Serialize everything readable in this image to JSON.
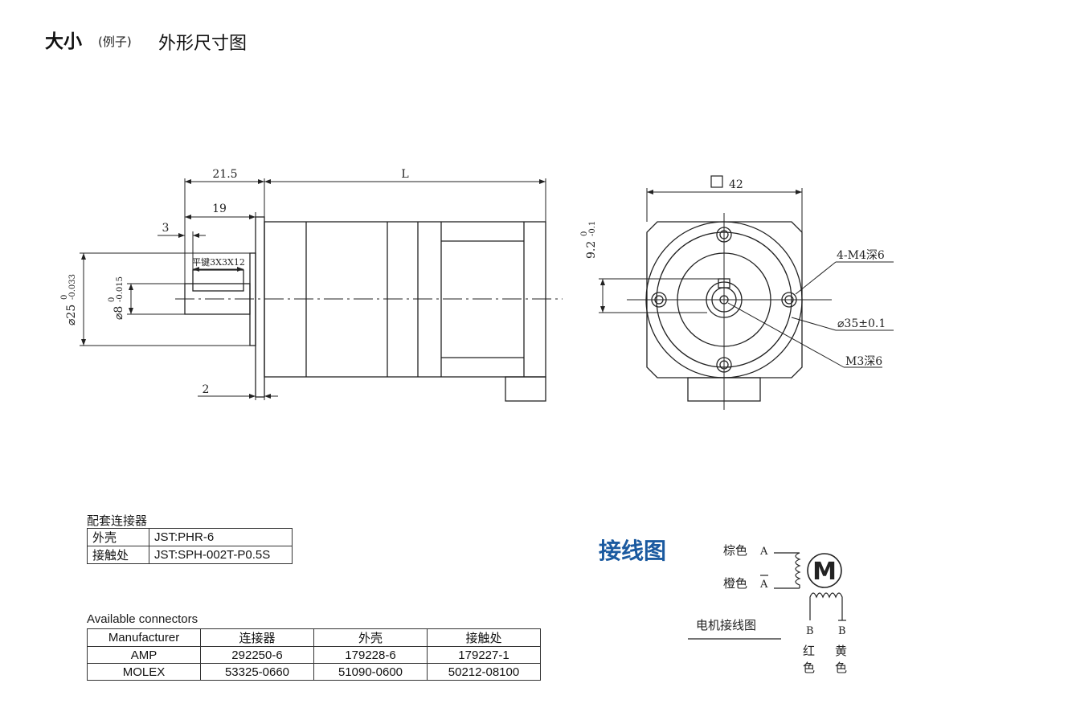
{
  "header": {
    "main": "大小",
    "example": "(例子)",
    "sub": "外形尺寸图"
  },
  "side_view": {
    "dim_21_5": "21.5",
    "dim_L": "L",
    "dim_19": "19",
    "dim_3": "3",
    "key_label": "平键3X3X12",
    "dim_2": "2",
    "dia_25": "⌀25",
    "dia_25_upper": "0",
    "dia_25_lower": "-0.033",
    "dia_8": "⌀8",
    "dia_8_upper": "0",
    "dia_8_lower": "-0.015"
  },
  "front_view": {
    "square_value": "42",
    "dim_9_2": "9.2",
    "dim_9_2_upper": "0",
    "dim_9_2_lower": "-0.1",
    "holes_label": "4-M4深6",
    "pilot_label": "⌀35±0.1",
    "center_hole_label": "M3深6"
  },
  "connectors": {
    "caption": "配套连接器",
    "rows": [
      {
        "k": "外壳",
        "v": "JST:PHR-6"
      },
      {
        "k": "接触处",
        "v": "JST:SPH-002T-P0.5S"
      }
    ]
  },
  "available": {
    "caption": "Available connectors",
    "headers": [
      "Manufacturer",
      "连接器",
      "外壳",
      "接触处"
    ],
    "rows": [
      [
        "AMP",
        "292250-6",
        "179228-6",
        "179227-1"
      ],
      [
        "MOLEX",
        "53325-0660",
        "51090-0600",
        "50212-08100"
      ]
    ]
  },
  "wiring": {
    "title": "接线图",
    "subtitle": "电机接线图",
    "wire_brown": "棕色",
    "wire_orange": "橙色",
    "label_A": "A",
    "label_A_bar": "A",
    "label_B": "B",
    "label_B_bar": "B",
    "motor": "M",
    "red_1": "红",
    "red_2": "色",
    "yellow_1": "黄",
    "yellow_2": "色"
  }
}
